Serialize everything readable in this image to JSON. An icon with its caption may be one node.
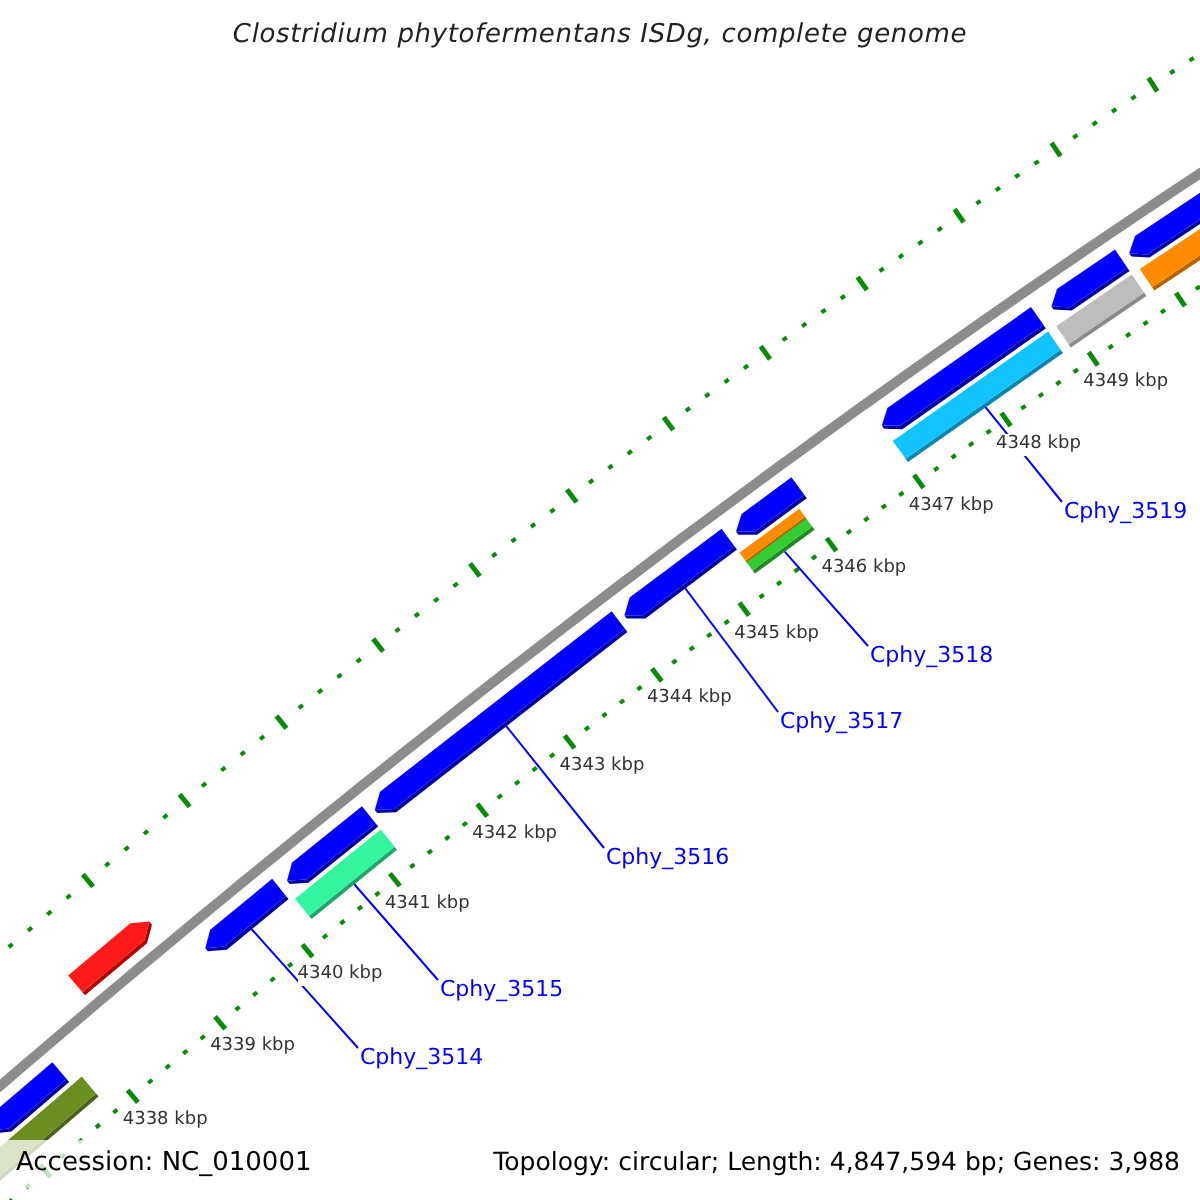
{
  "diagram": {
    "title": "Clostridium phytofermentans ISDg, complete genome",
    "nodes": [
      {
        "text": [],
        "shape": "bar"
      },
      {
        "text": [],
        "shape": "pentagon"
      },
      {
        "text": [],
        "shape": "pentagon"
      },
      {
        "text": [],
        "shape": "pentagon"
      },
      {
        "text": [],
        "shape": "pentagon"
      },
      {
        "text": [],
        "shape": "bar"
      },
      {
        "text": [],
        "shape": "pentagon"
      },
      {
        "text": [],
        "shape": "pentagon"
      },
      {
        "text": [],
        "shape": "pentagon"
      },
      {
        "text": [],
        "shape": "bar"
      },
      {
        "text": [],
        "shape": "bar"
      },
      {
        "text": [],
        "shape": "pentagon"
      },
      {
        "text": [],
        "shape": "bar"
      },
      {
        "text": [],
        "shape": "pentagon"
      },
      {
        "text": [],
        "shape": "bar"
      },
      {
        "text": [],
        "shape": "pentagon"
      },
      {
        "text": [],
        "shape": "bar"
      },
      {
        "text": [
          "Cphy_3514"
        ]
      },
      {
        "text": [
          "Cphy_3515"
        ]
      },
      {
        "text": [
          "Cphy_3516"
        ]
      },
      {
        "text": [
          "Cphy_3517"
        ]
      },
      {
        "text": [
          "Cphy_3518"
        ]
      },
      {
        "text": [
          "Cphy_3519"
        ]
      }
    ],
    "edges": [
      {
        "from": 17,
        "to": 3,
        "arrow": "none"
      },
      {
        "from": 18,
        "to": 5,
        "arrow": "none"
      },
      {
        "from": 19,
        "to": 6,
        "arrow": "none"
      },
      {
        "from": 20,
        "to": 7,
        "arrow": "none"
      },
      {
        "from": 21,
        "to": 10,
        "arrow": "none"
      },
      {
        "from": 22,
        "to": 12,
        "arrow": "none"
      }
    ],
    "labels": [
      "4338 kbp",
      "4339 kbp",
      "4340 kbp",
      "4341 kbp",
      "4342 kbp",
      "4343 kbp",
      "4344 kbp",
      "4345 kbp",
      "4346 kbp",
      "4347 kbp",
      "4348 kbp",
      "4349 kbp",
      "Accession: NC_010001",
      "Topology: circular; Length: 4,847,594 bp; Genes: 3,988"
    ]
  }
}
